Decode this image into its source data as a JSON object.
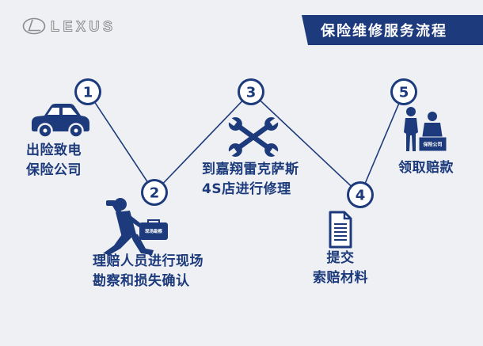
{
  "brand": {
    "logo_text": "LEXUS",
    "emblem_icon": "lexus-emblem-icon"
  },
  "banner": {
    "title": "保险维修服务流程"
  },
  "steps": [
    {
      "number": "1",
      "icon": "car-icon",
      "lines": [
        "出险致电",
        "保险公司"
      ]
    },
    {
      "number": "2",
      "icon": "running-inspector-icon",
      "icon_text": "现场勘察",
      "lines": [
        "理赔人员进行现场",
        "勘察和损失确认"
      ]
    },
    {
      "number": "3",
      "icon": "crossed-wrenches-icon",
      "lines": [
        "到嘉翔雷克萨斯",
        "4S店进行修理"
      ]
    },
    {
      "number": "4",
      "icon": "document-icon",
      "lines": [
        "提交",
        "索赔材料"
      ]
    },
    {
      "number": "5",
      "icon": "insurance-office-icon",
      "icon_text": "保险公司",
      "lines": [
        "领取赔款"
      ]
    }
  ],
  "colors": {
    "primary": "#1d3b7c",
    "background": "#eef0f3",
    "logo": "#8c8c8c"
  }
}
